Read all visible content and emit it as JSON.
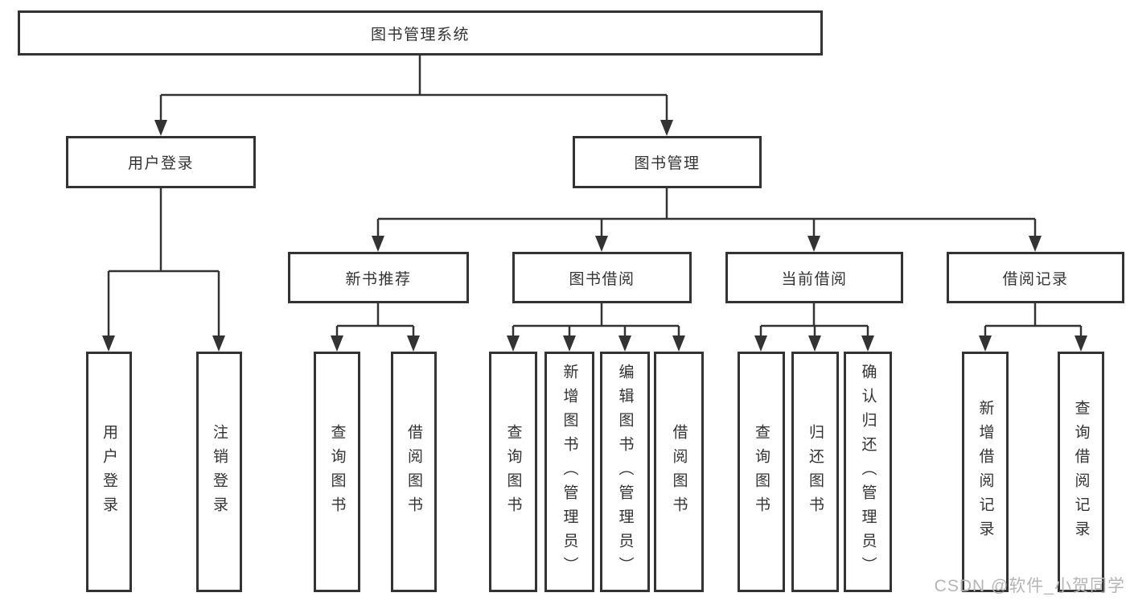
{
  "tree": {
    "label": "图书管理系统",
    "children": [
      {
        "label": "用户登录",
        "children": [
          {
            "label": "用户登录"
          },
          {
            "label": "注销登录"
          }
        ]
      },
      {
        "label": "图书管理",
        "children": [
          {
            "label": "新书推荐",
            "children": [
              {
                "label": "查询图书"
              },
              {
                "label": "借阅图书"
              }
            ]
          },
          {
            "label": "图书借阅",
            "children": [
              {
                "label": "查询图书"
              },
              {
                "label": "新增图书（管理员）"
              },
              {
                "label": "编辑图书（管理员）"
              },
              {
                "label": "借阅图书"
              }
            ]
          },
          {
            "label": "当前借阅",
            "children": [
              {
                "label": "查询图书"
              },
              {
                "label": "归还图书"
              },
              {
                "label": "确认归还（管理员）"
              }
            ]
          },
          {
            "label": "借阅记录",
            "children": [
              {
                "label": "新增借阅记录"
              },
              {
                "label": "查询借阅记录"
              }
            ]
          }
        ]
      }
    ]
  },
  "watermark": "CSDN @软件_小贺同学",
  "colors": {
    "line": "#333333",
    "text": "#333333",
    "box_background": "#ffffff",
    "page_background": "#ffffff",
    "watermark": "#b5b5b5"
  }
}
